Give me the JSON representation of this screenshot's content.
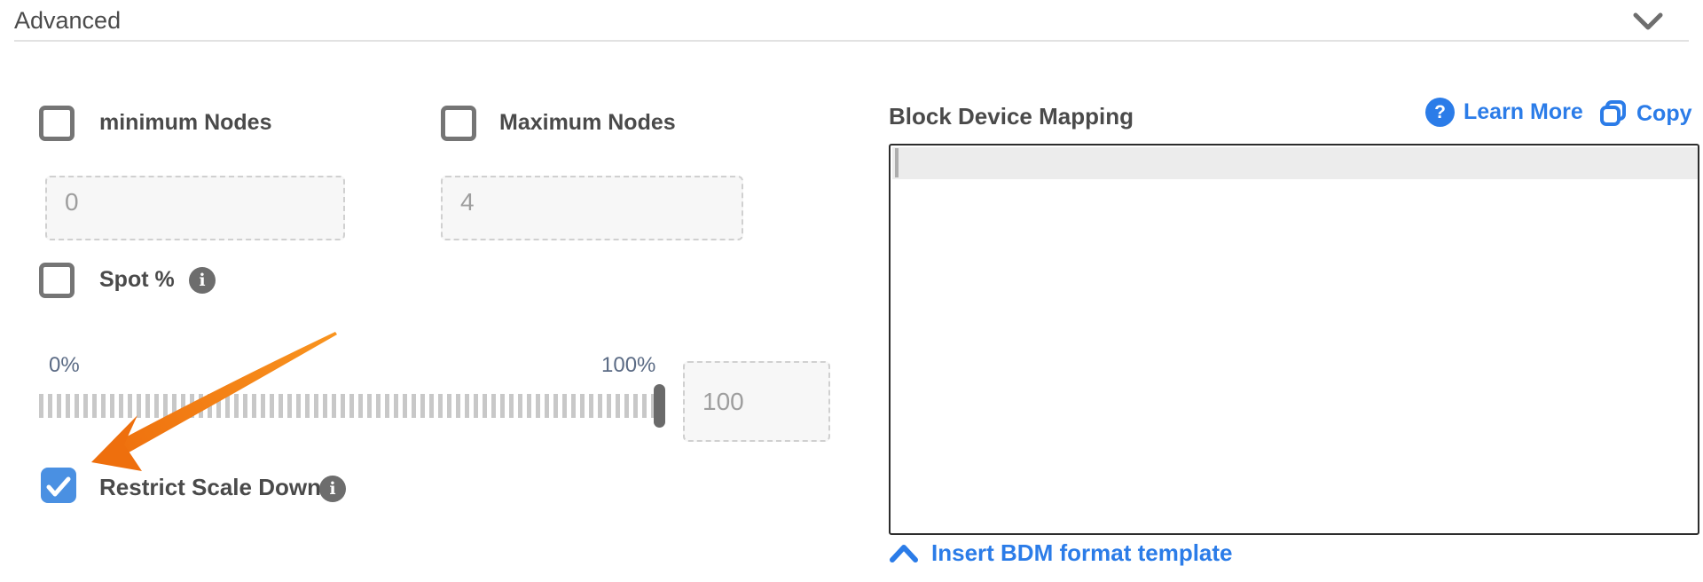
{
  "header": {
    "title": "Advanced"
  },
  "colors": {
    "checkbox_blue": "#4a90e2",
    "link_blue": "#2b7ce8",
    "arrow_orange": "#f5821f",
    "slider_label": "#5b6b85"
  },
  "icons": {
    "header_collapse": "chevron-down-icon",
    "spot_info": "info-icon",
    "restrict_info": "info-icon",
    "learn_more": "question-circle-icon",
    "copy": "copy-icon",
    "insert_template": "chevron-up-icon",
    "annotation": "orange-arrow"
  },
  "left": {
    "min_nodes": {
      "label": "minimum Nodes",
      "checked": false,
      "value": "0"
    },
    "max_nodes": {
      "label": "Maximum Nodes",
      "checked": false,
      "value": "4"
    },
    "spot": {
      "label": "Spot %",
      "checked": false
    },
    "slider": {
      "min_label": "0%",
      "max_label": "100%",
      "value": "100",
      "position_percent": 100
    },
    "restrict": {
      "label": "Restrict Scale Down",
      "checked": true
    }
  },
  "right": {
    "title": "Block Device Mapping",
    "learn_more_label": "Learn More",
    "copy_label": "Copy",
    "editor_value": "",
    "insert_link_label": "Insert BDM format template"
  }
}
